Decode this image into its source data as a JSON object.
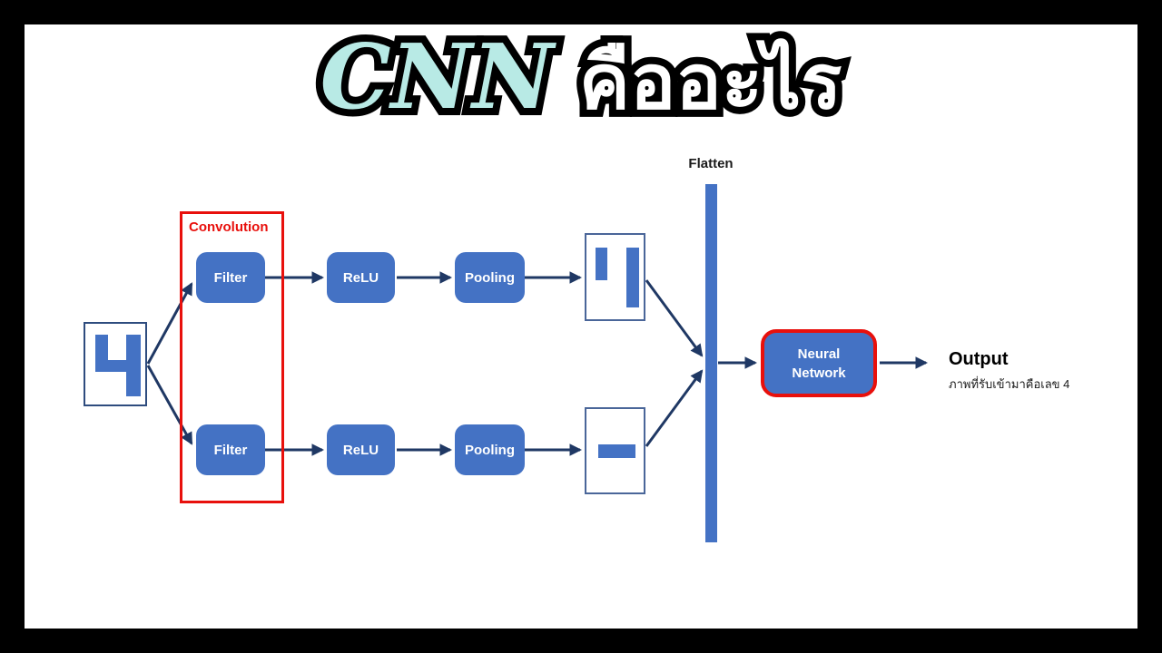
{
  "title": {
    "cnn": "CNN",
    "thai": "คืออะไร"
  },
  "colors": {
    "box_blue": "#4472c4",
    "arrow_navy": "#1f3864",
    "accent_red": "#e8100c",
    "title_cyan": "#b8eae5",
    "background": "#000000",
    "board": "#ffffff"
  },
  "diagram": {
    "input_digit": "4",
    "convolution_label": "Convolution",
    "pipelines": [
      {
        "filter": "Filter",
        "relu": "ReLU",
        "pooling": "Pooling"
      },
      {
        "filter": "Filter",
        "relu": "ReLU",
        "pooling": "Pooling"
      }
    ],
    "flatten_label": "Flatten",
    "neural_network_label": "Neural\nNetwork",
    "output": {
      "label": "Output",
      "caption": "ภาพที่รับเข้ามาคือเลข 4"
    }
  }
}
